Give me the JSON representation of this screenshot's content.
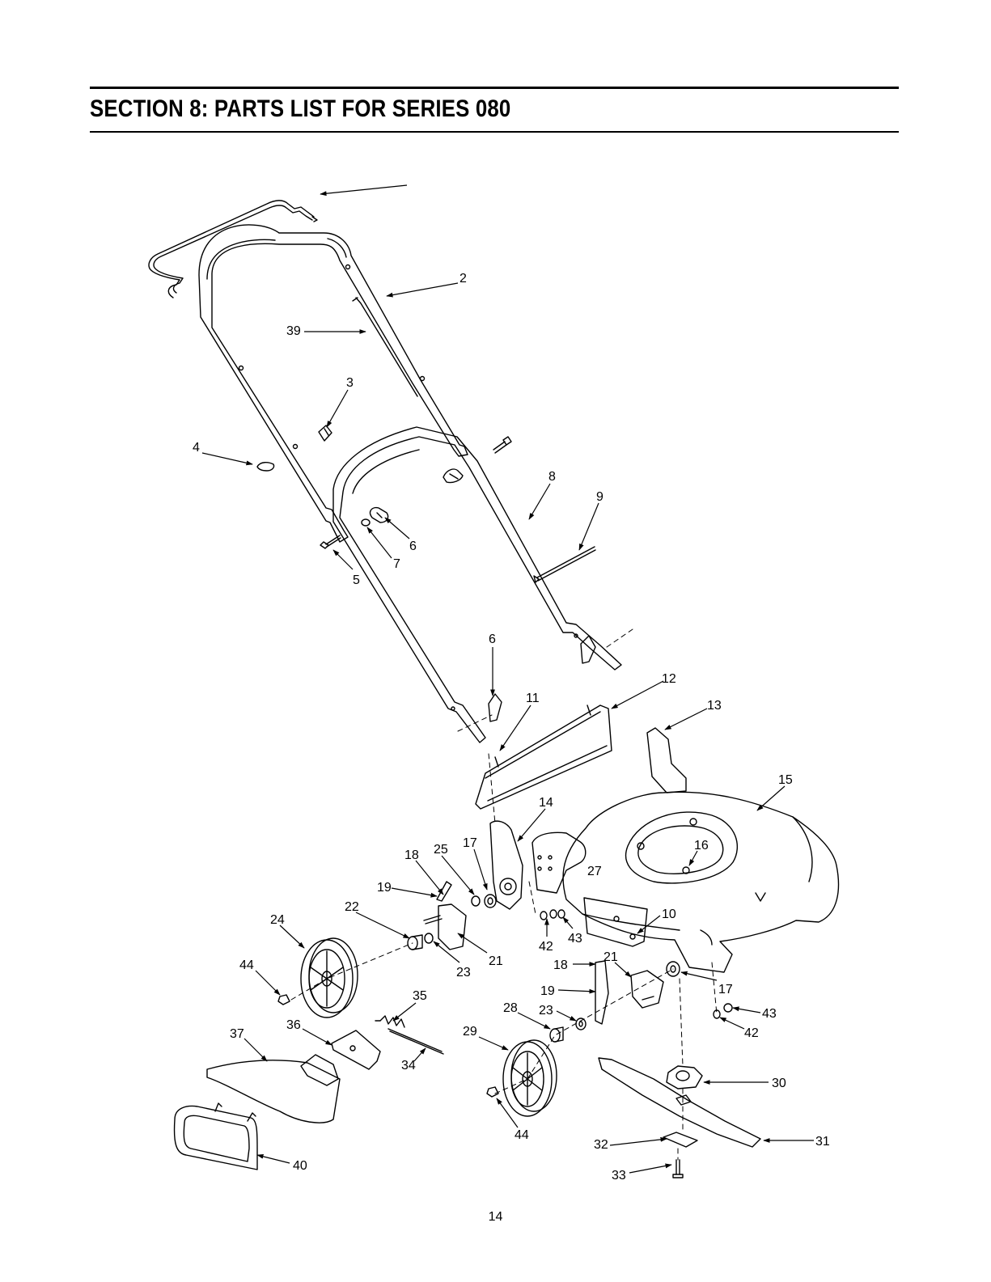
{
  "header": {
    "title": "SECTION 8:  PARTS LIST FOR SERIES 080"
  },
  "diagram": {
    "callouts": [
      {
        "key": "c2",
        "text": "2"
      },
      {
        "key": "c39",
        "text": "39"
      },
      {
        "key": "c3",
        "text": "3"
      },
      {
        "key": "c4",
        "text": "4"
      },
      {
        "key": "c5",
        "text": "5"
      },
      {
        "key": "c6a",
        "text": "6"
      },
      {
        "key": "c7",
        "text": "7"
      },
      {
        "key": "c8",
        "text": "8"
      },
      {
        "key": "c9",
        "text": "9"
      },
      {
        "key": "c6b",
        "text": "6"
      },
      {
        "key": "c11",
        "text": "11"
      },
      {
        "key": "c12",
        "text": "12"
      },
      {
        "key": "c13",
        "text": "13"
      },
      {
        "key": "c15",
        "text": "15"
      },
      {
        "key": "c14",
        "text": "14"
      },
      {
        "key": "c16",
        "text": "16"
      },
      {
        "key": "c18a",
        "text": "18"
      },
      {
        "key": "c25",
        "text": "25"
      },
      {
        "key": "c17a",
        "text": "17"
      },
      {
        "key": "c27",
        "text": "27"
      },
      {
        "key": "c19a",
        "text": "19"
      },
      {
        "key": "c22",
        "text": "22"
      },
      {
        "key": "c24",
        "text": "24"
      },
      {
        "key": "c10",
        "text": "10"
      },
      {
        "key": "c42a",
        "text": "42"
      },
      {
        "key": "c43a",
        "text": "43"
      },
      {
        "key": "c21a",
        "text": "21"
      },
      {
        "key": "c23a",
        "text": "23"
      },
      {
        "key": "c44a",
        "text": "44"
      },
      {
        "key": "c18b",
        "text": "18"
      },
      {
        "key": "c21b",
        "text": "21"
      },
      {
        "key": "c17b",
        "text": "17"
      },
      {
        "key": "c19b",
        "text": "19"
      },
      {
        "key": "c35",
        "text": "35"
      },
      {
        "key": "c28",
        "text": "28"
      },
      {
        "key": "c23b",
        "text": "23"
      },
      {
        "key": "c43b",
        "text": "43"
      },
      {
        "key": "c42b",
        "text": "42"
      },
      {
        "key": "c37",
        "text": "37"
      },
      {
        "key": "c36",
        "text": "36"
      },
      {
        "key": "c29",
        "text": "29"
      },
      {
        "key": "c34",
        "text": "34"
      },
      {
        "key": "c30",
        "text": "30"
      },
      {
        "key": "c44b",
        "text": "44"
      },
      {
        "key": "c32",
        "text": "32"
      },
      {
        "key": "c31",
        "text": "31"
      },
      {
        "key": "c40",
        "text": "40"
      },
      {
        "key": "c33",
        "text": "33"
      }
    ]
  },
  "footer": {
    "page_number": "14"
  }
}
